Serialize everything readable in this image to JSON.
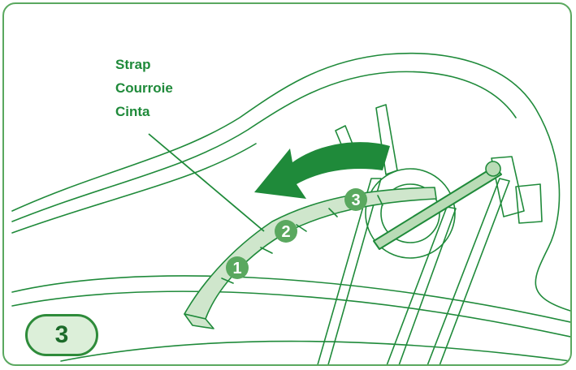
{
  "callout": {
    "label_en": "Strap",
    "label_fr": "Courroie",
    "label_es": "Cinta"
  },
  "strap_marks": [
    "1",
    "2",
    "3"
  ],
  "step": {
    "number": "3"
  },
  "colors": {
    "line": "#1f8a3a",
    "frame": "#5aa85f",
    "strap_fill": "#cfe6cc",
    "badge_fill": "#dcefd9",
    "arrow": "#1f8a3a"
  }
}
